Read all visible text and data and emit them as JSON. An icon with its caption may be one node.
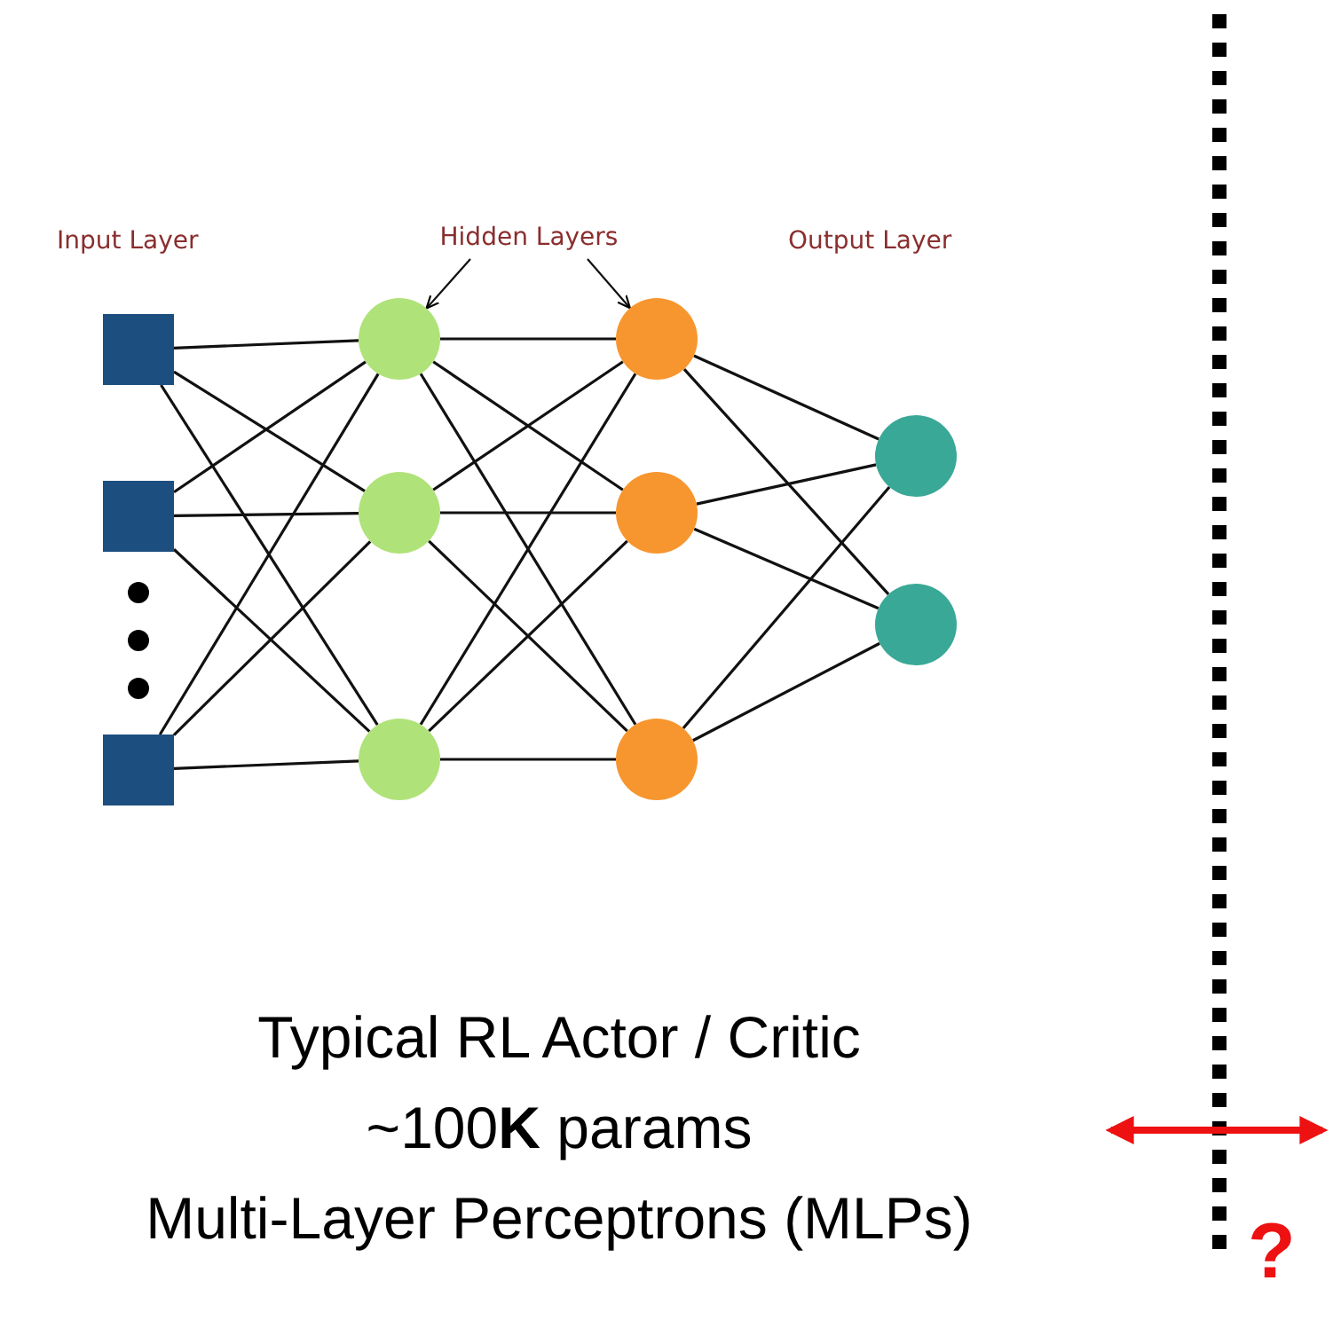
{
  "diagram": {
    "nodes": [
      {
        "text": [],
        "shape": "box"
      },
      {
        "text": [],
        "shape": "box"
      },
      {
        "text": [],
        "shape": "box"
      },
      {
        "text": [],
        "shape": "circle"
      },
      {
        "text": [],
        "shape": "circle"
      },
      {
        "text": [],
        "shape": "circle"
      },
      {
        "text": [],
        "shape": "circle"
      },
      {
        "text": [],
        "shape": "circle"
      },
      {
        "text": [],
        "shape": "circle"
      },
      {
        "text": [],
        "shape": "circle"
      },
      {
        "text": [],
        "shape": "circle"
      },
      {
        "text": [
          "Hidden Layers"
        ]
      }
    ],
    "edges": [
      {
        "from": 11,
        "to": 3,
        "arrow": "to"
      },
      {
        "from": 11,
        "to": 6,
        "arrow": "to"
      },
      {
        "from": 0,
        "to": 3,
        "arrow": "none"
      },
      {
        "from": 0,
        "to": 4,
        "arrow": "none"
      },
      {
        "from": 0,
        "to": 5,
        "arrow": "none"
      },
      {
        "from": 1,
        "to": 3,
        "arrow": "none"
      },
      {
        "from": 1,
        "to": 4,
        "arrow": "none"
      },
      {
        "from": 1,
        "to": 5,
        "arrow": "none"
      },
      {
        "from": 2,
        "to": 3,
        "arrow": "none"
      },
      {
        "from": 2,
        "to": 4,
        "arrow": "none"
      },
      {
        "from": 2,
        "to": 5,
        "arrow": "none"
      },
      {
        "from": 3,
        "to": 6,
        "arrow": "none"
      },
      {
        "from": 3,
        "to": 7,
        "arrow": "none"
      },
      {
        "from": 3,
        "to": 8,
        "arrow": "none"
      },
      {
        "from": 4,
        "to": 6,
        "arrow": "none"
      },
      {
        "from": 4,
        "to": 7,
        "arrow": "none"
      },
      {
        "from": 4,
        "to": 8,
        "arrow": "none"
      },
      {
        "from": 5,
        "to": 6,
        "arrow": "none"
      },
      {
        "from": 5,
        "to": 7,
        "arrow": "none"
      },
      {
        "from": 5,
        "to": 8,
        "arrow": "none"
      },
      {
        "from": 6,
        "to": 9,
        "arrow": "none"
      },
      {
        "from": 6,
        "to": 10,
        "arrow": "none"
      },
      {
        "from": 7,
        "to": 9,
        "arrow": "none"
      },
      {
        "from": 7,
        "to": 10,
        "arrow": "none"
      },
      {
        "from": 8,
        "to": 9,
        "arrow": "none"
      },
      {
        "from": 8,
        "to": 10,
        "arrow": "none"
      }
    ],
    "labels": [
      "Input Layer",
      "Output Layer",
      "Typical RL Actor / Critic",
      "~100**K** params",
      "Multi-Layer Perceptrons (MLPs)",
      "?"
    ]
  }
}
